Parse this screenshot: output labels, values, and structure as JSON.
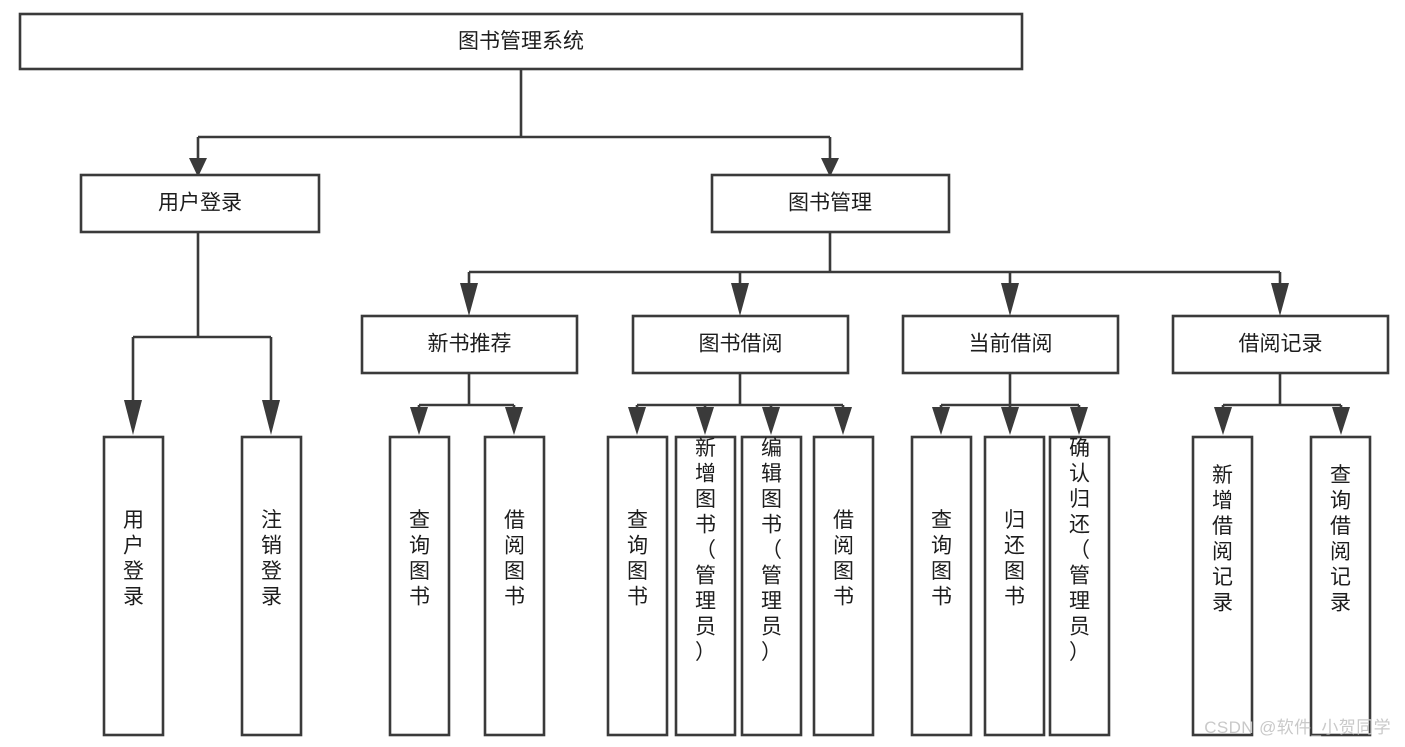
{
  "diagram": {
    "type": "tree-hierarchy",
    "title": "图书管理系统",
    "root": {
      "id": "root",
      "label": "图书管理系统",
      "orientation": "horizontal"
    },
    "level1": [
      {
        "id": "user-login",
        "label": "用户登录",
        "orientation": "horizontal"
      },
      {
        "id": "book-manage",
        "label": "图书管理",
        "orientation": "horizontal"
      }
    ],
    "level2": [
      {
        "id": "new-book-recommend",
        "label": "新书推荐",
        "orientation": "horizontal",
        "parent": "book-manage"
      },
      {
        "id": "book-borrow",
        "label": "图书借阅",
        "orientation": "horizontal",
        "parent": "book-manage"
      },
      {
        "id": "current-borrow",
        "label": "当前借阅",
        "orientation": "horizontal",
        "parent": "book-manage"
      },
      {
        "id": "borrow-record",
        "label": "借阅记录",
        "orientation": "horizontal",
        "parent": "book-manage"
      }
    ],
    "leaves": [
      {
        "id": "leaf-user-login",
        "label": "用户登录",
        "orientation": "vertical",
        "parent": "user-login"
      },
      {
        "id": "leaf-logout-login",
        "label": "注销登录",
        "orientation": "vertical",
        "parent": "user-login"
      },
      {
        "id": "leaf-query-book-1",
        "label": "查询图书",
        "orientation": "vertical",
        "parent": "new-book-recommend"
      },
      {
        "id": "leaf-borrow-book-1",
        "label": "借阅图书",
        "orientation": "vertical",
        "parent": "new-book-recommend"
      },
      {
        "id": "leaf-query-book-2",
        "label": "查询图书",
        "orientation": "vertical",
        "parent": "book-borrow"
      },
      {
        "id": "leaf-add-book",
        "label": "新增图书（管理员）",
        "orientation": "vertical",
        "parent": "book-borrow"
      },
      {
        "id": "leaf-edit-book",
        "label": "编辑图书（管理员）",
        "orientation": "vertical",
        "parent": "book-borrow"
      },
      {
        "id": "leaf-borrow-book-2",
        "label": "借阅图书",
        "orientation": "vertical",
        "parent": "book-borrow"
      },
      {
        "id": "leaf-query-book-3",
        "label": "查询图书",
        "orientation": "vertical",
        "parent": "current-borrow"
      },
      {
        "id": "leaf-return-book",
        "label": "归还图书",
        "orientation": "vertical",
        "parent": "current-borrow"
      },
      {
        "id": "leaf-confirm-return",
        "label": "确认归还（管理员）",
        "orientation": "vertical",
        "parent": "current-borrow"
      },
      {
        "id": "leaf-add-record",
        "label": "新增借阅记录",
        "orientation": "vertical",
        "parent": "borrow-record"
      },
      {
        "id": "leaf-query-record",
        "label": "查询借阅记录",
        "orientation": "vertical",
        "parent": "borrow-record"
      }
    ],
    "colors": {
      "stroke": "#3a3a3a",
      "fill": "#ffffff",
      "text": "#1d1d1d",
      "background": "#ffffff",
      "watermark": "#c9c9c9"
    }
  },
  "watermark": {
    "label": "CSDN @软件_小贺同学"
  }
}
